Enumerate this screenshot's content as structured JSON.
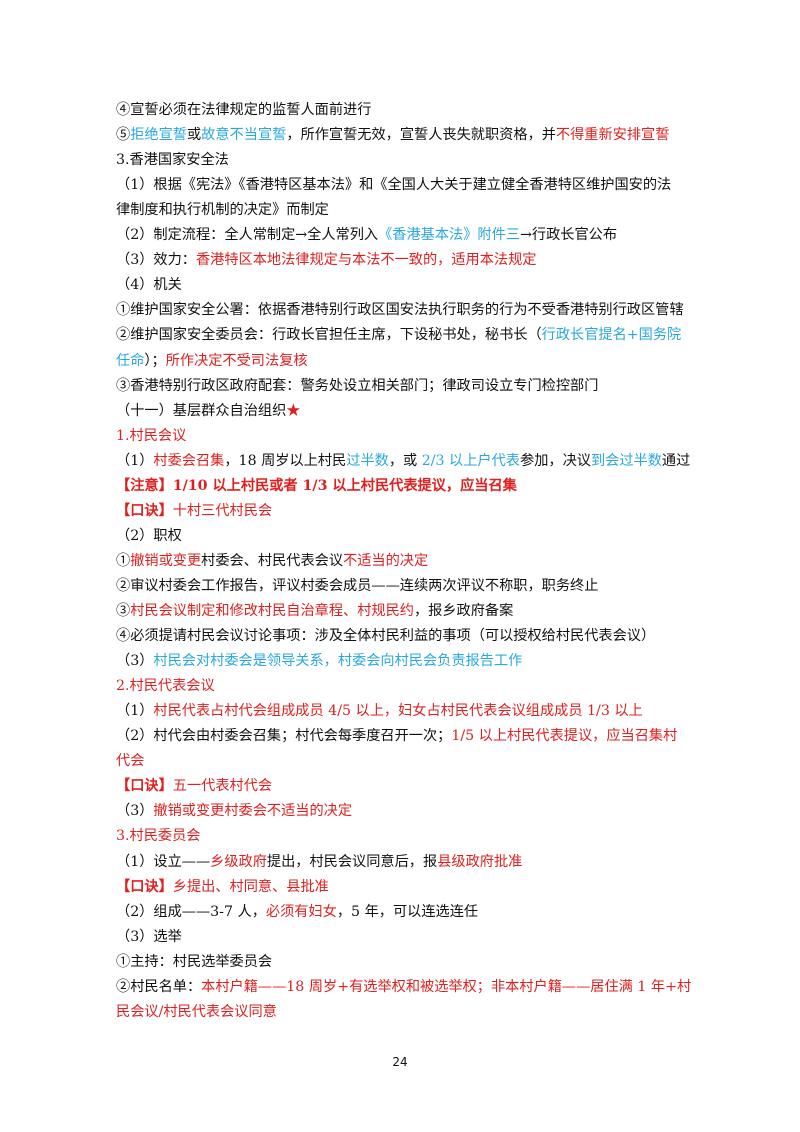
{
  "page_number": "24",
  "lines": [
    [
      {
        "t": "④宣誓必须在法律规定的监誓人面前进行",
        "c": ""
      }
    ],
    [
      {
        "t": "⑤",
        "c": ""
      },
      {
        "t": "拒绝宣誓",
        "c": "blue"
      },
      {
        "t": "或",
        "c": ""
      },
      {
        "t": "故意不当宣誓",
        "c": "blue"
      },
      {
        "t": "，所作宣誓无效，宣誓人丧失就职资格，并",
        "c": ""
      },
      {
        "t": "不得重新安排宣誓",
        "c": "red"
      }
    ],
    [
      {
        "t": "3.香港国家安全法",
        "c": ""
      }
    ],
    [
      {
        "t": "（1）根据《宪法》《香港特区基本法》和《全国人大关于建立健全香港特区维护国安的法",
        "c": ""
      }
    ],
    [
      {
        "t": "律制度和执行机制的决定》而制定",
        "c": ""
      }
    ],
    [
      {
        "t": "（2）制定流程：全人常制定→全人常列入",
        "c": ""
      },
      {
        "t": "《香港基本法》附件三",
        "c": "blue"
      },
      {
        "t": "→行政长官公布",
        "c": ""
      }
    ],
    [
      {
        "t": "（3）效力：",
        "c": ""
      },
      {
        "t": "香港特区本地法律规定与本法不一致的，适用本法规定",
        "c": "red"
      }
    ],
    [
      {
        "t": "（4）机关",
        "c": ""
      }
    ],
    [
      {
        "t": "①维护国家安全公署：依据香港特别行政区国安法执行职务的行为不受香港特别行政区管辖",
        "c": ""
      }
    ],
    [
      {
        "t": "②维护国家安全委员会：行政长官担任主席，下设秘书处，秘书长（",
        "c": ""
      },
      {
        "t": "行政长官提名+国务院",
        "c": "blue"
      }
    ],
    [
      {
        "t": "任命",
        "c": "blue"
      },
      {
        "t": "）；",
        "c": ""
      },
      {
        "t": "所作决定不受司法复核",
        "c": "red"
      }
    ],
    [
      {
        "t": "③香港特别行政区政府配套：警务处设立相关部门；律政司设立专门检控部门",
        "c": ""
      }
    ],
    [
      {
        "t": "（十一）基层群众自治组织",
        "c": ""
      },
      {
        "t": "★",
        "c": "red"
      }
    ],
    [
      {
        "t": "1.村民会议",
        "c": "red"
      }
    ],
    [
      {
        "t": "（1）",
        "c": ""
      },
      {
        "t": "村委会召集",
        "c": "red"
      },
      {
        "t": "，18 周岁以上村民",
        "c": ""
      },
      {
        "t": "过半数",
        "c": "blue"
      },
      {
        "t": "，或 ",
        "c": ""
      },
      {
        "t": "2/3 以上户代表",
        "c": "blue"
      },
      {
        "t": "参加，决议",
        "c": ""
      },
      {
        "t": "到会过半数",
        "c": "blue"
      },
      {
        "t": "通过",
        "c": ""
      }
    ],
    [
      {
        "t": "【注意】1/10 以上村民或者 1/3 以上村民代表提议，应当召集",
        "c": "bred"
      }
    ],
    [
      {
        "t": "【口诀】",
        "c": "bred"
      },
      {
        "t": "十村三代村民会",
        "c": "red"
      }
    ],
    [
      {
        "t": "（2）职权",
        "c": ""
      }
    ],
    [
      {
        "t": "①",
        "c": ""
      },
      {
        "t": "撤销或变更",
        "c": "red"
      },
      {
        "t": "村委会、村民代表会议",
        "c": ""
      },
      {
        "t": "不适当的决定",
        "c": "red"
      }
    ],
    [
      {
        "t": "②审议村委会工作报告，评议村委会成员——连续两次评议不称职，职务终止",
        "c": ""
      }
    ],
    [
      {
        "t": "③",
        "c": ""
      },
      {
        "t": "村民会议制定和修改村民自治章程、村规民约",
        "c": "red"
      },
      {
        "t": "，报乡政府备案",
        "c": ""
      }
    ],
    [
      {
        "t": "④必须提请村民会议讨论事项：涉及全体村民利益的事项（可以授权给村民代表会议）",
        "c": ""
      }
    ],
    [
      {
        "t": "（3）",
        "c": ""
      },
      {
        "t": "村民会对村委会是领导关系，村委会向村民会负责报告工作",
        "c": "blue"
      }
    ],
    [
      {
        "t": "2.村民代表会议",
        "c": "red"
      }
    ],
    [
      {
        "t": "（1）",
        "c": ""
      },
      {
        "t": "村民代表占村代会组成成员 4/5 以上，妇女占村民代表会议组成成员 1/3 以上",
        "c": "red"
      }
    ],
    [
      {
        "t": "（2）村代会由村委会召集；村代会每季度召开一次；",
        "c": ""
      },
      {
        "t": "1/5 以上村民代表提议，应当召集村",
        "c": "red"
      }
    ],
    [
      {
        "t": "代会",
        "c": "red"
      }
    ],
    [
      {
        "t": "【口诀】",
        "c": "bred"
      },
      {
        "t": "五一代表村代会",
        "c": "red"
      }
    ],
    [
      {
        "t": "（3）",
        "c": ""
      },
      {
        "t": "撤销或变更村委会不适当的决定",
        "c": "red"
      }
    ],
    [
      {
        "t": "3.村民委员会",
        "c": "red"
      }
    ],
    [
      {
        "t": "（1）设立——",
        "c": ""
      },
      {
        "t": "乡级政府",
        "c": "red"
      },
      {
        "t": "提出，村民会议同意后，报",
        "c": ""
      },
      {
        "t": "县级政府批准",
        "c": "red"
      }
    ],
    [
      {
        "t": "【口诀】",
        "c": "bred"
      },
      {
        "t": "乡提出、村同意、县批准",
        "c": "red"
      }
    ],
    [
      {
        "t": "（2）组成——3-7 人，",
        "c": ""
      },
      {
        "t": "必须有妇女",
        "c": "red"
      },
      {
        "t": "，5 年，可以连选连任",
        "c": ""
      }
    ],
    [
      {
        "t": "（3）选举",
        "c": ""
      }
    ],
    [
      {
        "t": "①主持：村民选举委员会",
        "c": ""
      }
    ],
    [
      {
        "t": "②村民名单：",
        "c": ""
      },
      {
        "t": "本村户籍——18 周岁+有选举权和被选举权；非本村户籍——居住满 1 年+村",
        "c": "red"
      }
    ],
    [
      {
        "t": "民会议/村民代表会议同意",
        "c": "red"
      }
    ]
  ]
}
